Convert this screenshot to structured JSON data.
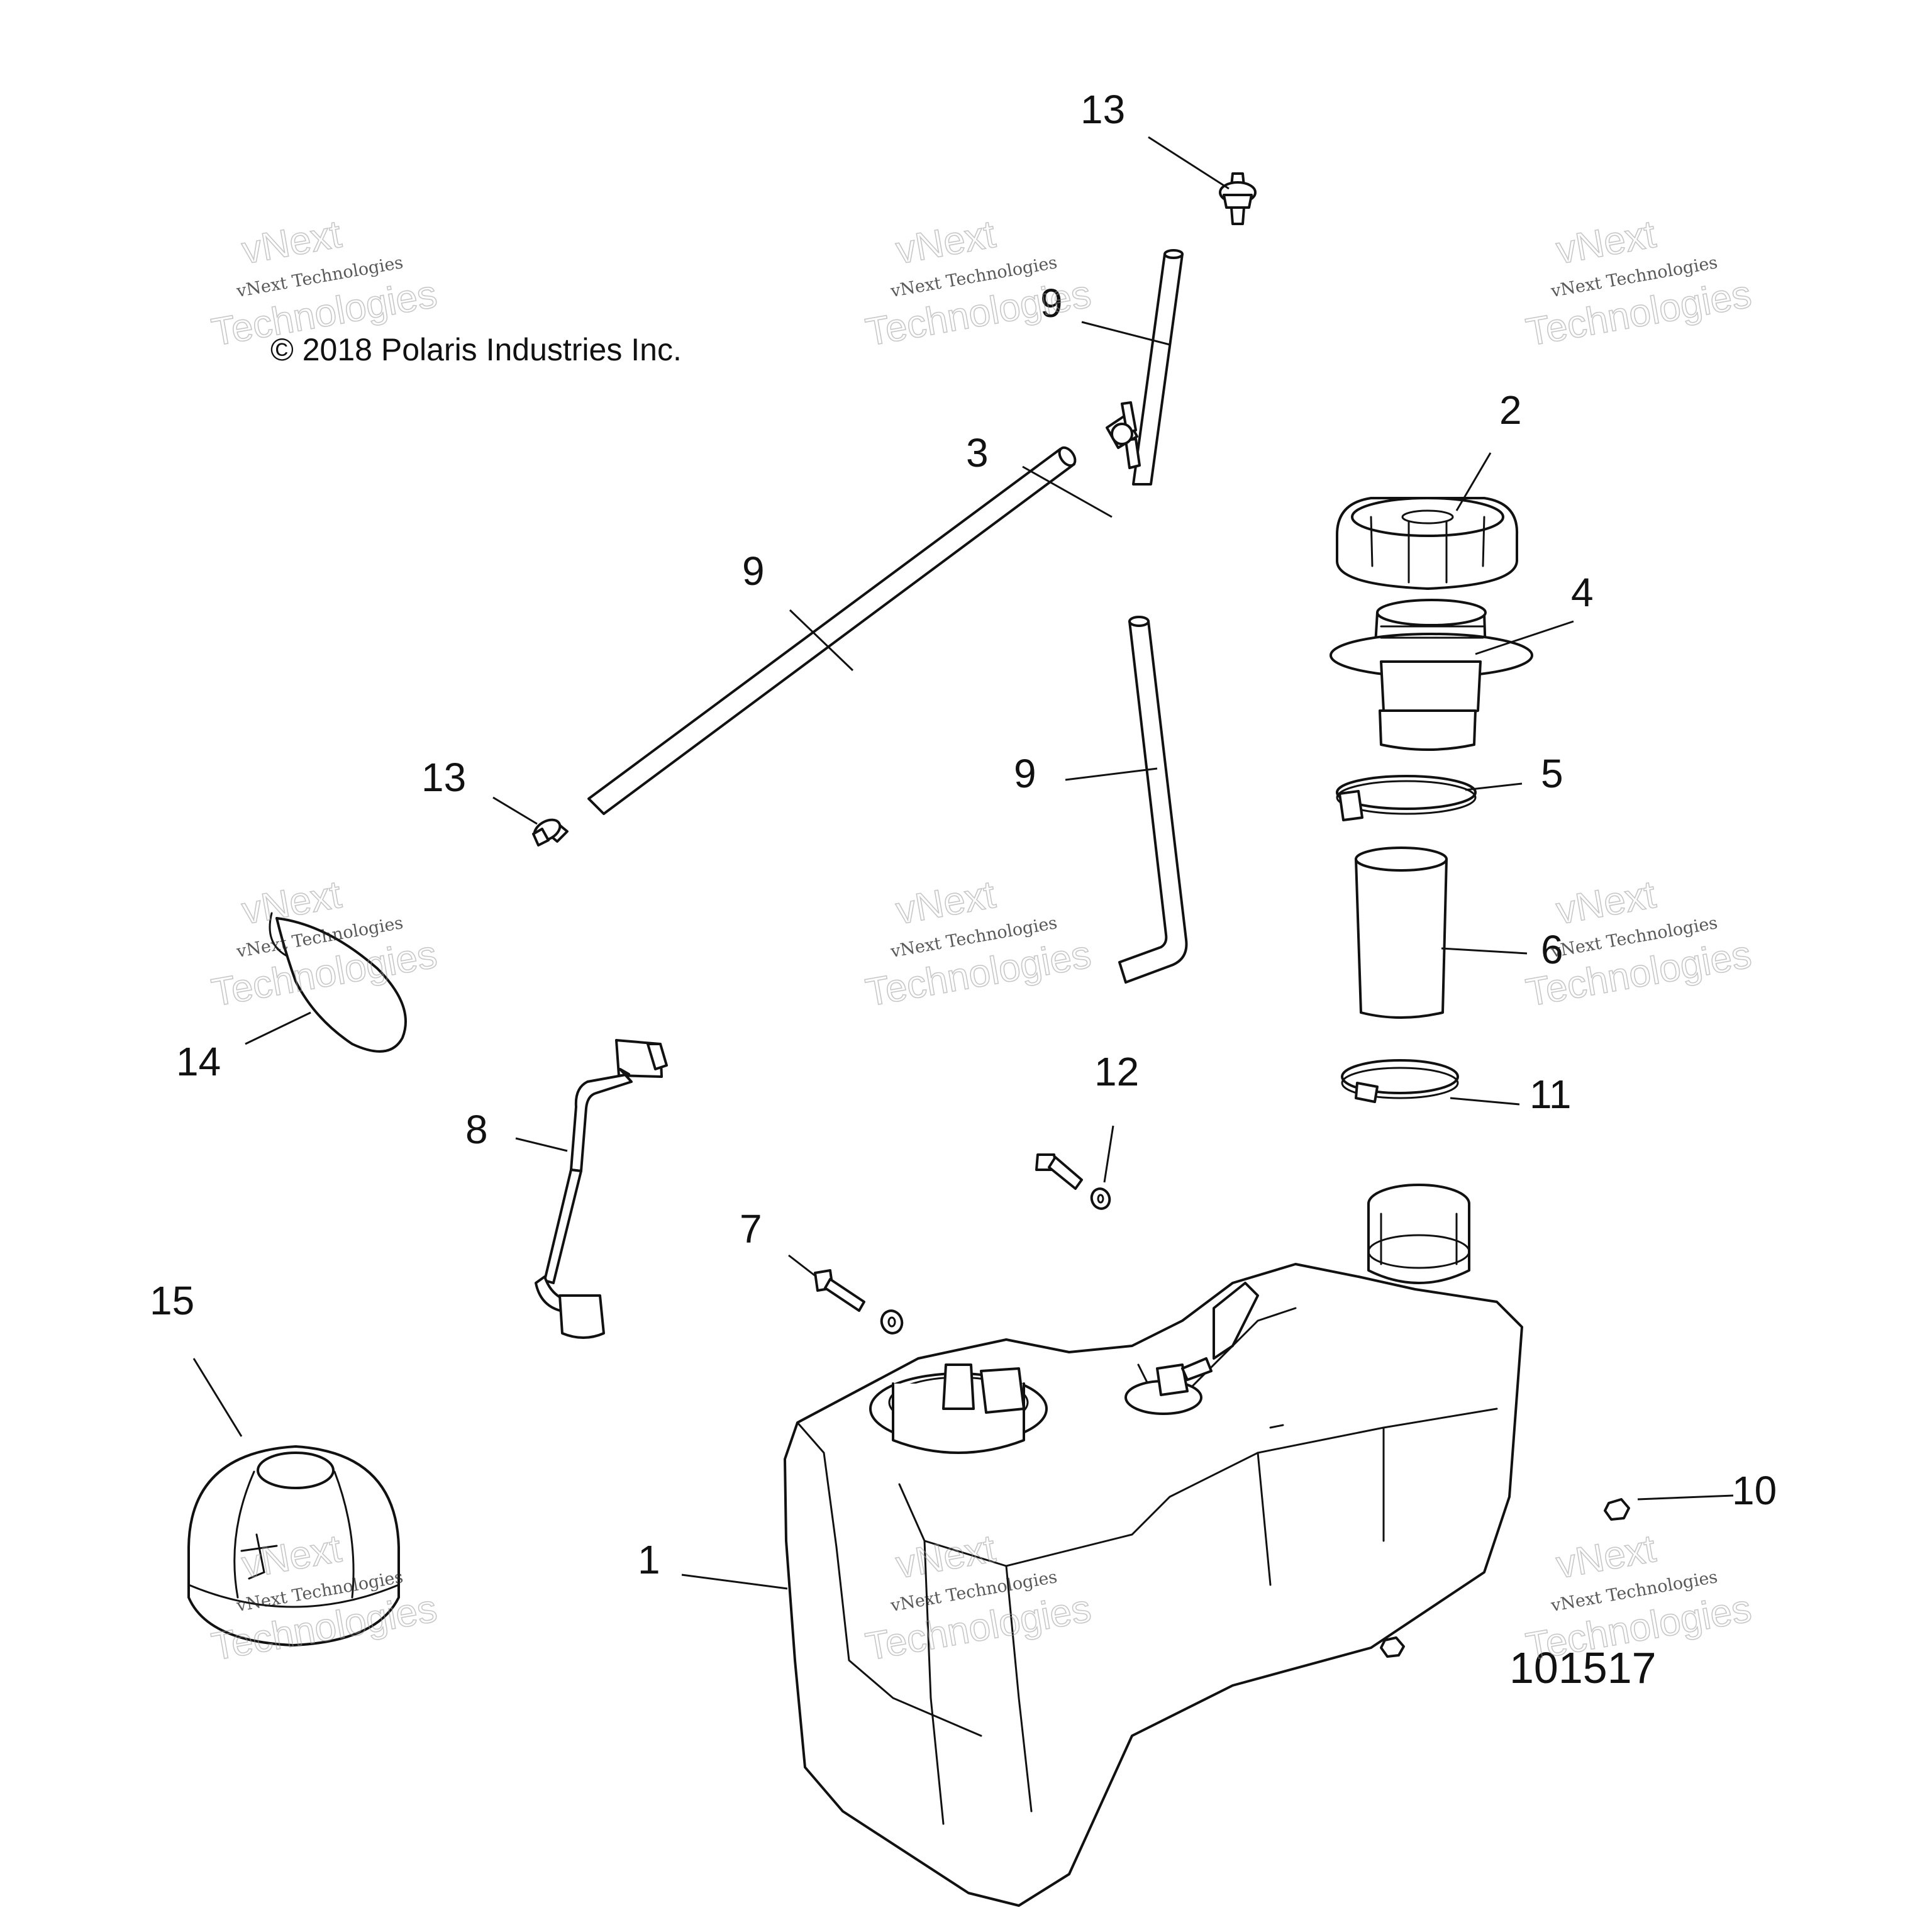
{
  "diagram": {
    "copyright": "© 2018 Polaris Industries Inc.",
    "drawing_number": "101517",
    "watermark": {
      "line1": "vNext Technologies",
      "big_vnext": "vNext",
      "big_technologies": "Technologies"
    },
    "callouts": {
      "c1": "1",
      "c2": "2",
      "c3": "3",
      "c4": "4",
      "c5": "5",
      "c6": "6",
      "c7": "7",
      "c8": "8",
      "c9a": "9",
      "c9b": "9",
      "c9c": "9",
      "c10": "10",
      "c11": "11",
      "c12": "12",
      "c13a": "13",
      "c13b": "13",
      "c14": "14",
      "c15": "15"
    }
  }
}
